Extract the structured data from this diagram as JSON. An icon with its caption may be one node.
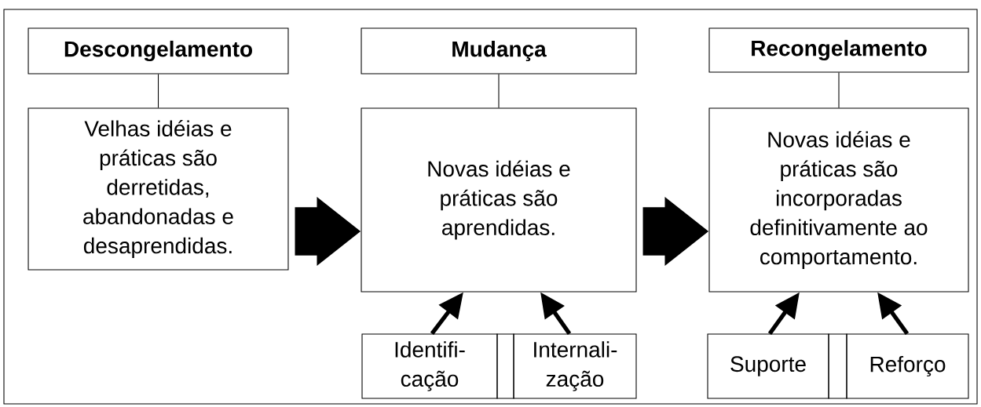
{
  "diagram": {
    "nodes": [
      {
        "text": [
          "Descongelamento"
        ]
      },
      {
        "text": [
          "Velhas idéias e práticas são derretidas, abandonadas e desaprendidas."
        ]
      },
      {
        "text": [
          "Mudança"
        ]
      },
      {
        "text": [
          "Novas idéias e práticas são aprendidas."
        ]
      },
      {
        "text": [
          "Recongelamento"
        ]
      },
      {
        "text": [
          "Novas idéias e práticas são incorporadas definitivamente ao comportamento."
        ]
      },
      {
        "text": [
          "Identifi-cação"
        ]
      },
      {
        "text": [],
        "shape": "box"
      },
      {
        "text": [
          "Internali-zação"
        ]
      },
      {
        "text": [
          "Suporte"
        ]
      },
      {
        "text": [],
        "shape": "box"
      },
      {
        "text": [
          "Reforço"
        ]
      }
    ],
    "edges": [
      {
        "from": 0,
        "to": 1,
        "arrow": "none"
      },
      {
        "from": 2,
        "to": 3,
        "arrow": "none"
      },
      {
        "from": 4,
        "to": 5,
        "arrow": "none"
      },
      {
        "from": 1,
        "to": 3,
        "arrow": "to",
        "style": "thick"
      },
      {
        "from": 3,
        "to": 5,
        "arrow": "to",
        "style": "thick"
      },
      {
        "from": 6,
        "to": 3,
        "arrow": "to"
      },
      {
        "from": 8,
        "to": 3,
        "arrow": "to"
      },
      {
        "from": 9,
        "to": 5,
        "arrow": "to"
      },
      {
        "from": 11,
        "to": 5,
        "arrow": "to"
      }
    ]
  }
}
